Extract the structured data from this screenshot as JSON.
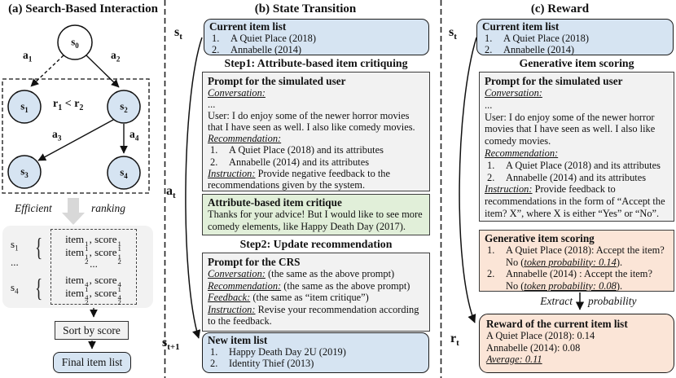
{
  "figure": {
    "panel_a_title": "(a) Search-Based Interaction",
    "panel_b_title": "(b) State Transition",
    "panel_c_title": "(c) Reward"
  },
  "colors": {
    "item_list_blue": "#d6e4f2",
    "critique_green": "#e1efd9",
    "scoring_orange": "#fbe5d7",
    "prompt_gray": "#f2f2f2"
  },
  "panel_a": {
    "nodes": {
      "s0": {
        "base": "s",
        "sub": "0"
      },
      "s1": {
        "base": "s",
        "sub": "1"
      },
      "s2": {
        "base": "s",
        "sub": "2"
      },
      "s3": {
        "base": "s",
        "sub": "3"
      },
      "s4": {
        "base": "s",
        "sub": "4"
      }
    },
    "edges": {
      "a1": {
        "base": "a",
        "sub": "1"
      },
      "a2": {
        "base": "a",
        "sub": "2"
      },
      "a3": {
        "base": "a",
        "sub": "3"
      },
      "a4": {
        "base": "a",
        "sub": "4"
      }
    },
    "inequality": {
      "left": "r",
      "left_sub": "1",
      "op": " < ",
      "right": "r",
      "right_sub": "2"
    },
    "efficient_label": "Efficient",
    "ranking_label": "ranking",
    "score_table": {
      "row_labels": {
        "s1": {
          "base": "s",
          "sub": "1"
        },
        "dots": "...",
        "s4": {
          "base": "s",
          "sub": "4"
        }
      },
      "brace": "{",
      "dots": "...",
      "rows": [
        {
          "item": "item",
          "isup": "1",
          "isub": "1",
          "sep": ", ",
          "score": "score",
          "ssup": "1",
          "ssub": "1"
        },
        {
          "item": "item",
          "isup": "1",
          "isub": "2",
          "sep": ", ",
          "score": "score",
          "ssup": "1",
          "ssub": "2"
        },
        {
          "item": "item",
          "isup": "4",
          "isub": "1",
          "sep": ", ",
          "score": "score",
          "ssup": "4",
          "ssub": "1"
        },
        {
          "item": "item",
          "isup": "4",
          "isub": "2",
          "sep": ", ",
          "score": "score",
          "ssup": "4",
          "ssub": "2"
        }
      ]
    },
    "sort_label": "Sort by score",
    "final_label": "Final item list"
  },
  "panel_b": {
    "s_t": {
      "base": "s",
      "sub": "t"
    },
    "a_t": {
      "base": "a",
      "sub": "t"
    },
    "s_t1": {
      "base": "s",
      "sub": "t+1"
    },
    "current_list": {
      "title": "Current item list",
      "items": [
        {
          "num": "1.",
          "text": "A Quiet Place (2018)"
        },
        {
          "num": "2.",
          "text": "Annabelle (2014)"
        }
      ]
    },
    "step1_header": "Step1: Attribute-based item critiquing",
    "prompt_user": {
      "title": "Prompt for the simulated user",
      "conversation_label": "Conversation:",
      "ellipsis": "...",
      "user_lines": [
        "User: I do enjoy some of the newer horror movies",
        "that I have seen as well. I also like comedy movies."
      ],
      "recommendation_label": "Recommendation:",
      "rec_items": [
        {
          "num": "1.",
          "text": "A Quiet Place (2018) and its attributes"
        },
        {
          "num": "2.",
          "text": "Annabelle (2014) and its attributes"
        }
      ],
      "instruction_label": "Instruction:",
      "instruction_line1": " Provide negative feedback to the",
      "instruction_line2": "recommendations given by the system."
    },
    "critique": {
      "title": "Attribute-based item critique",
      "lines": [
        "Thanks for your advice! But I would like to see more",
        "comedy elements, like Happy Death Day (2017)."
      ]
    },
    "step2_header": "Step2: Update recommendation",
    "prompt_crs": {
      "title": "Prompt for the CRS",
      "rows": [
        {
          "label": "Conversation:",
          "text": " (the same as the above prompt)"
        },
        {
          "label": "Recommendation:",
          "text": " (the same as the above prompt)"
        },
        {
          "label": "Feedback:",
          "text": " (the same as “item critique”)"
        },
        {
          "label": "Instruction:",
          "text": " Revise your recommendation according"
        }
      ],
      "last_line": "to the feedback."
    },
    "new_list": {
      "title": "New item list",
      "items": [
        {
          "num": "1.",
          "text": "Happy Death Day 2U (2019)"
        },
        {
          "num": "2.",
          "text": "Identity Thief (2013)"
        }
      ]
    }
  },
  "panel_c": {
    "s_t": {
      "base": "s",
      "sub": "t"
    },
    "r_t": {
      "base": "r",
      "sub": "t"
    },
    "current_list": {
      "title": "Current item list",
      "items": [
        {
          "num": "1.",
          "text": "A Quiet Place (2018)"
        },
        {
          "num": "2.",
          "text": "Annabelle (2014)"
        }
      ]
    },
    "scoring_header": "Generative item scoring",
    "prompt_user": {
      "title": "Prompt for the simulated user",
      "conversation_label": "Conversation:",
      "ellipsis": "...",
      "user_lines": [
        "User: I do enjoy some of the newer horror",
        "movies that I have seen as well. I also like",
        "comedy movies."
      ],
      "recommendation_label": "Recommendation:",
      "rec_items": [
        {
          "num": "1.",
          "text": "A Quiet Place (2018) and its attributes"
        },
        {
          "num": "2.",
          "text": "Annabelle (2014) and its attributes"
        }
      ],
      "instruction_label": "Instruction:",
      "instruction_line1": " Provide feedback to",
      "instruction_lines": [
        "recommendations in the form of “Accept the",
        "item? X”, where X is either “Yes” or “No”."
      ]
    },
    "scoring": {
      "title": "Generative item scoring",
      "items": [
        {
          "num": "1.",
          "line1": "A Quiet Place (2018): Accept the item?",
          "prefix": "No (",
          "token_prob": "token probability: 0.14",
          "suffix": ")."
        },
        {
          "num": "2.",
          "line1": "Annabelle (2014) : Accept the item?",
          "prefix": "No (",
          "token_prob": "token probability: 0.08",
          "suffix": ")."
        }
      ]
    },
    "extract_label": "Extract",
    "probability_label": "probability",
    "reward": {
      "title": "Reward of the current item list",
      "lines": [
        "A Quiet Place (2018): 0.14",
        "Annabelle (2014): 0.08"
      ],
      "average": "Average: 0.11"
    }
  }
}
